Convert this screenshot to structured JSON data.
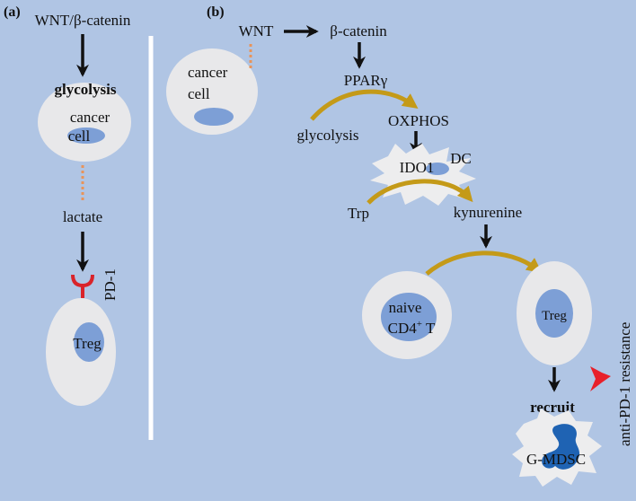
{
  "panel_a": {
    "tag": "(a)",
    "wnt_beta_catenin": "WNT/β-catenin",
    "glycolysis": "glycolysis",
    "cancer_cell_line1": "cancer",
    "cancer_cell_line2": "cell",
    "lactate": "lactate",
    "pd1": "PD-1",
    "treg": "Treg"
  },
  "panel_b": {
    "tag": "(b)",
    "wnt": "WNT",
    "beta_catenin": "β-catenin",
    "cancer_cell_line1": "cancer",
    "cancer_cell_line2": "cell",
    "ppar_gamma": "PPARγ",
    "oxphos": "OXPHOS",
    "glycolysis": "glycolysis",
    "ido1": "IDO1",
    "dc": "DC",
    "trp": "Trp",
    "kynurenine": "kynurenine",
    "naive_line1": "naive",
    "naive_line2_base": "CD4",
    "naive_line2_sup": "+",
    "naive_line2_end": " T",
    "treg": "Treg",
    "recruit": "recruit",
    "gmdsc": "G-MDSC",
    "resistance": "anti-PD-1 resistance"
  },
  "colors": {
    "background": "#b0c5e4",
    "cell": "#e8e8ea",
    "nucleus": "#7d9fd6",
    "arrow": "#111111",
    "gold_arrow": "#c49a18",
    "dotted": "#e8945a",
    "receptor": "#d9232a",
    "resistance_arrow": "#e8202a",
    "divider": "#ffffff",
    "mdsc_nucleus": "#1f63b3"
  }
}
